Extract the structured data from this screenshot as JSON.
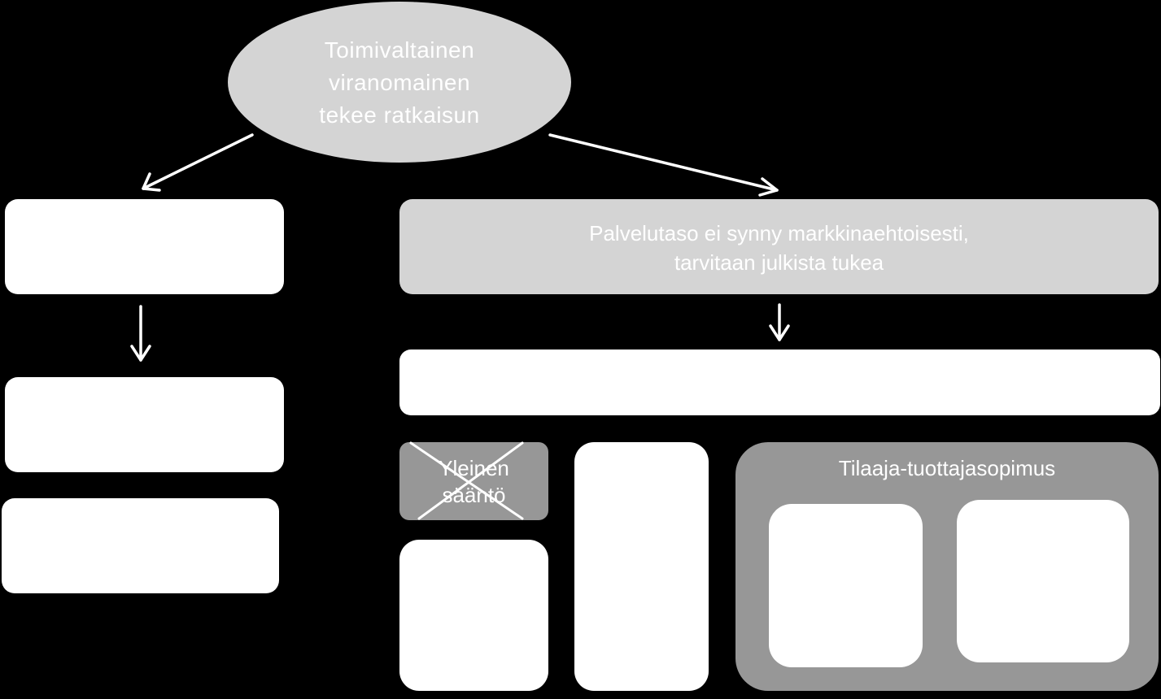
{
  "diagram": {
    "root": {
      "text": "Toimivaltainen\nviranomainen\ntekee ratkaisun"
    },
    "right_top": {
      "text": "Palvelutaso ei synny markkinaehtoisesti,\ntarvitaan julkista tukea"
    },
    "crossed": {
      "text": "Yleinen\nsääntö"
    },
    "contract_group": {
      "text": "Tilaaja-tuottajasopimus"
    }
  },
  "colors": {
    "background": "#000000",
    "box_white": "#ffffff",
    "box_light_grey": "#d4d4d4",
    "box_dark_grey": "#979797",
    "text": "#ffffff",
    "arrow": "#ffffff"
  }
}
